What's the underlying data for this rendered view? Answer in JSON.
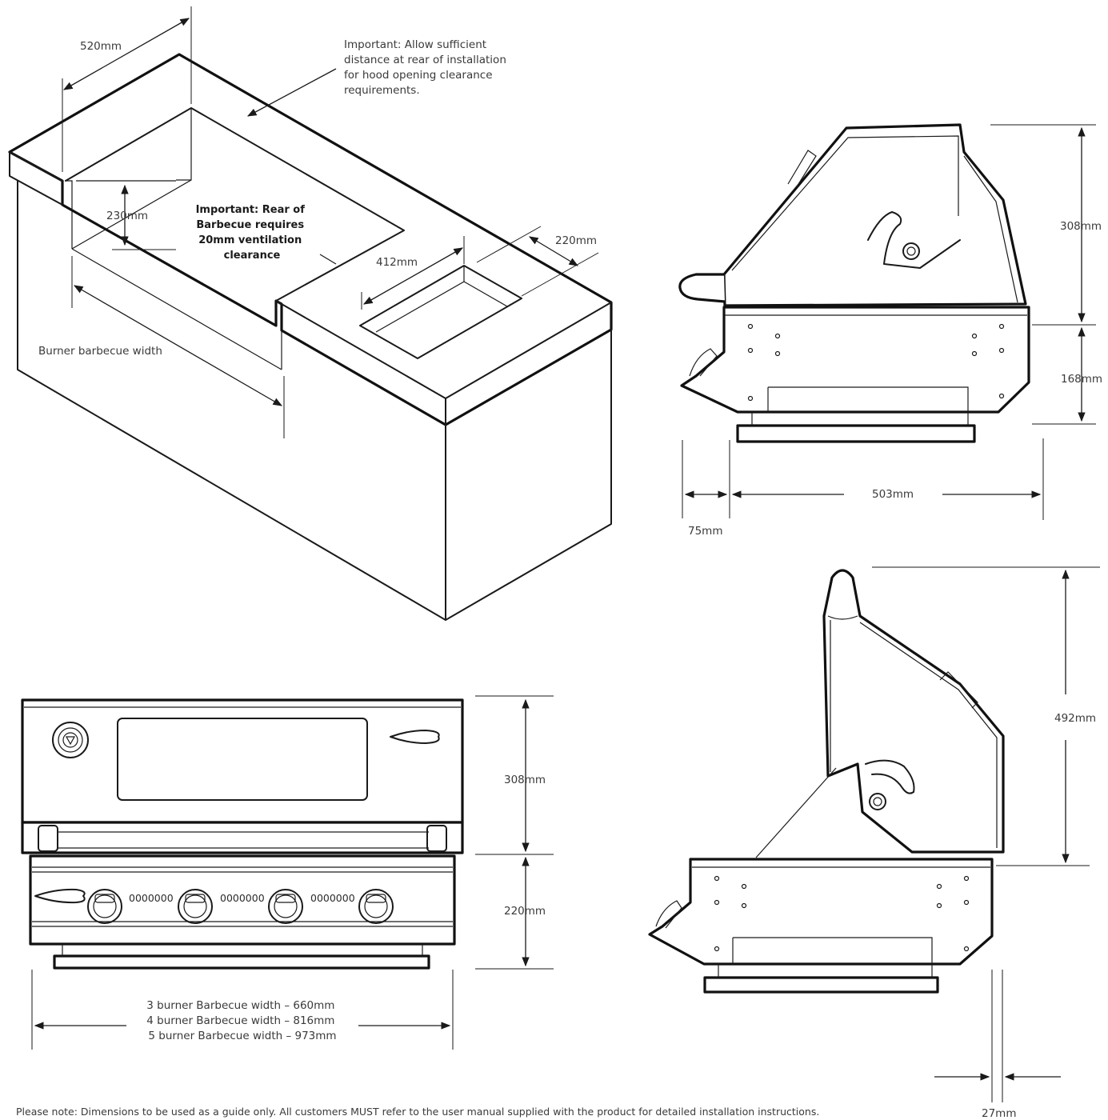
{
  "iso": {
    "width_520": "520mm",
    "hood_note": [
      "Important: Allow sufficient",
      "distance at rear of installation",
      "for hood opening clearance",
      "requirements."
    ],
    "depth_230": "230mm",
    "rear_note": [
      "Important: Rear of",
      "Barbecue requires",
      "20mm ventilation",
      "clearance"
    ],
    "cutout_412": "412mm",
    "cutout_220": "220mm",
    "burner_width": "Burner barbecue width"
  },
  "side_closed": {
    "hood_height": "308mm",
    "body_height": "168mm",
    "depth": "503mm",
    "front_overhang": "75mm"
  },
  "front": {
    "hood_height": "308mm",
    "body_height": "220mm",
    "knob_marks": [
      "0000000",
      "0000000",
      "0000000"
    ],
    "widths": [
      "3 burner Barbecue width – 660mm",
      "4 burner Barbecue width – 816mm",
      "5 burner Barbecue width – 973mm"
    ]
  },
  "side_open": {
    "open_height": "492mm",
    "rear_gap": "27mm"
  },
  "footer": {
    "note": "Please note: Dimensions to be used as a guide only. All customers MUST refer to the user manual supplied with the product for detailed installation instructions."
  }
}
